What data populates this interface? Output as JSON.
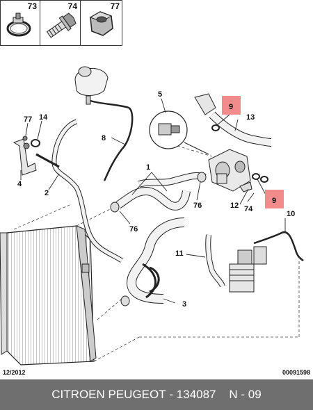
{
  "legend": [
    {
      "number": "73",
      "icon": "hose-clamp-icon"
    },
    {
      "number": "74",
      "icon": "bolt-icon"
    },
    {
      "number": "77",
      "icon": "nut-icon"
    }
  ],
  "callouts": {
    "c1": "1",
    "c2": "2",
    "c3": "3",
    "c4": "4",
    "c5": "5",
    "c8": "8",
    "c9a": "9",
    "c9b": "9",
    "c10": "10",
    "c11": "11",
    "c12": "12",
    "c13": "13",
    "c14": "14",
    "c74": "74",
    "c76a": "76",
    "c76b": "76",
    "c77": "77"
  },
  "highlight_color": "#f28b8b",
  "footer": {
    "date": "12/2012",
    "code": "00091598",
    "brand": "CITROEN PEUGEOT",
    "separator": "-",
    "part_number": "134087",
    "diagram_ref": "N - 09"
  }
}
